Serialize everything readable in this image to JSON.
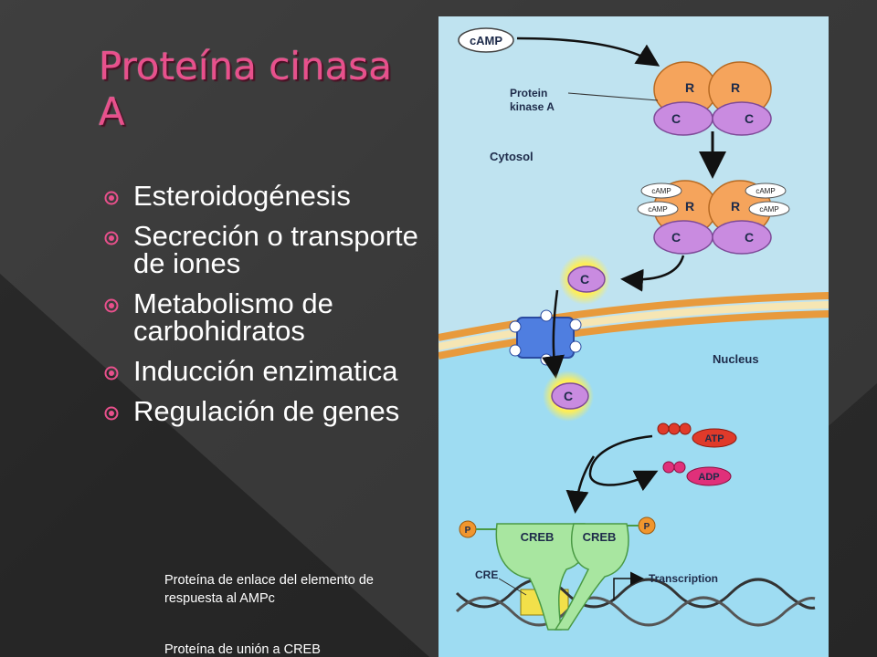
{
  "slide": {
    "title": "Proteína cinasa A",
    "bullets": [
      "Esteroidogénesis",
      "Secreción o transporte de iones",
      "Metabolismo de carbohidratos",
      "Inducción enzimatica",
      "Regulación de genes"
    ],
    "notes": [
      "Proteína de enlace del elemento de respuesta al AMPc",
      "Proteína de unión a CREB"
    ]
  },
  "diagram": {
    "labels": {
      "camp": "cAMP",
      "pka_line1": "Protein",
      "pka_line2": "kinase A",
      "regulatory": "R",
      "catalytic": "C",
      "cytosol": "Cytosol",
      "camp_small": "cAMP",
      "nucleus": "Nucleus",
      "atp": "ATP",
      "adp": "ADP",
      "creb": "CREB",
      "phosphate": "P",
      "cre": "CRE",
      "transcription": "Transcription"
    },
    "colors": {
      "cytosol": "#bfe3f0",
      "nucleus": "#9edcf2",
      "regulatory": "#f5a45c",
      "catalytic": "#c98be0",
      "creb": "#a8e6a0",
      "atp": "#e03a2a",
      "adp": "#e0307a"
    }
  }
}
